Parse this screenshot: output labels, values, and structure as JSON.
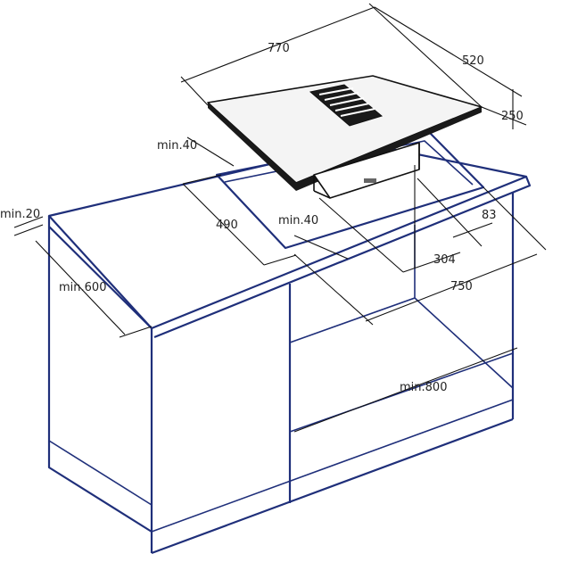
{
  "colors": {
    "cabinet": "#1f2f7a",
    "lines": "#111111",
    "hob_top": "#f4f4f4",
    "hob_edge": "#1a1a1a",
    "background": "#ffffff"
  },
  "dimensions": {
    "hob_width": "770",
    "hob_depth": "520",
    "hob_height": "250",
    "edge_gap_left": "min.40",
    "cutout_depth": "490",
    "edge_gap_front": "min.40",
    "vent_offset": "83",
    "vent_width": "304",
    "cutout_width": "750",
    "back_gap": "min.20",
    "cabinet_width": "min.600",
    "cabinet_length": "min.800"
  },
  "icons": {
    "downdraft_vent": "vent-grille-icon"
  }
}
